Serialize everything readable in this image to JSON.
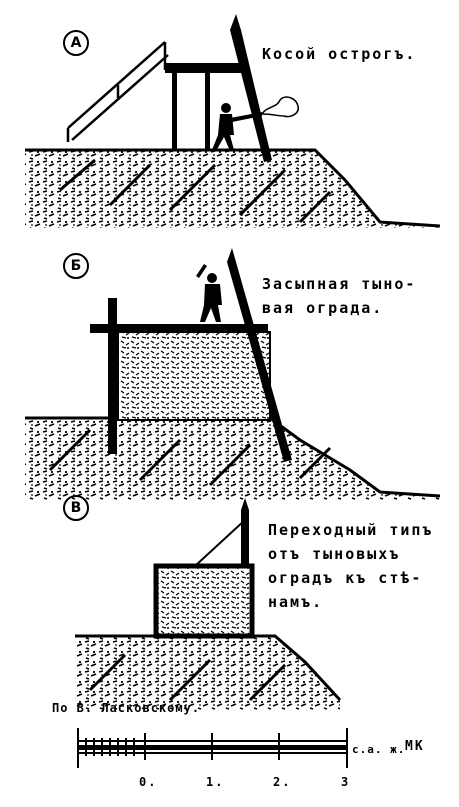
{
  "panel_a": {
    "letter": "А",
    "caption": "Косой острогъ."
  },
  "panel_b": {
    "letter": "Б",
    "caption_line1": "Засыпная тыно-",
    "caption_line2": "вая ограда."
  },
  "panel_c": {
    "letter": "В",
    "caption_line1": "Переходный типъ",
    "caption_line2": "отъ тыновыхъ",
    "caption_line3": "оградъ къ стѣ-",
    "caption_line4": "намъ."
  },
  "credit": "По В. Ласковскому.",
  "scale": {
    "unit_label": "с.а. ж.",
    "ticks": [
      "0.",
      "1.",
      "2.",
      "3"
    ],
    "signature": "МК"
  }
}
